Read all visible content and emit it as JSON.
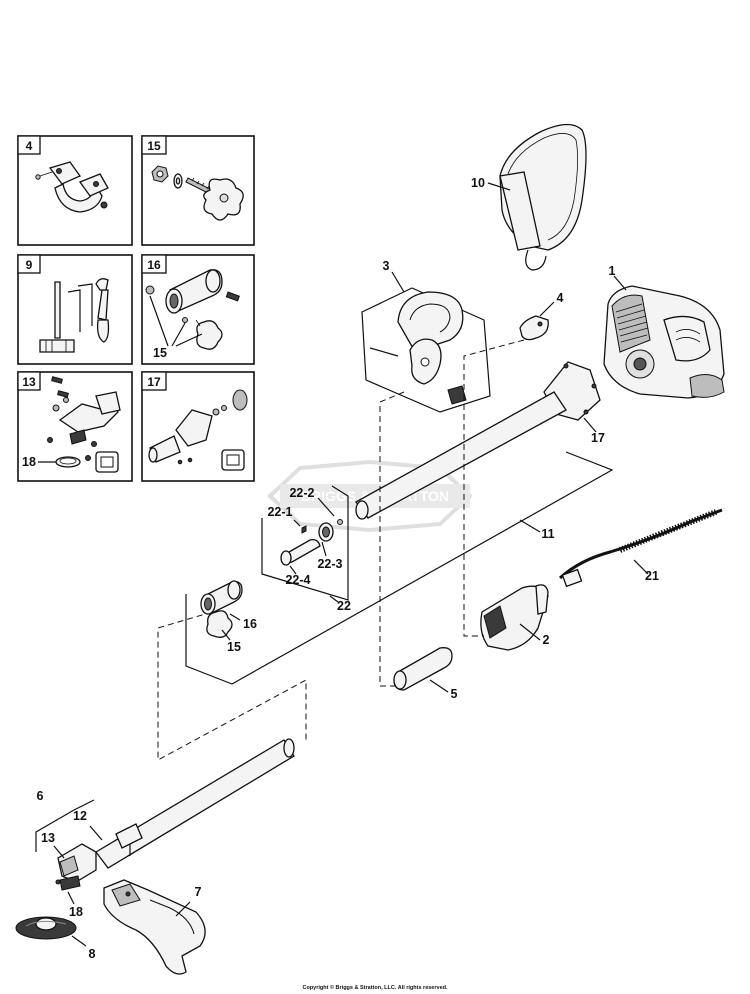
{
  "insets": [
    {
      "tag": "4"
    },
    {
      "tag": "15"
    },
    {
      "tag": "9"
    },
    {
      "tag": "16"
    },
    {
      "tag": "13"
    },
    {
      "tag": "17"
    }
  ],
  "inset_callouts": {
    "inset16_15": "15",
    "inset13_18": "18"
  },
  "callouts": {
    "c1": "1",
    "c2": "2",
    "c3": "3",
    "c4": "4",
    "c5": "5",
    "c6": "6",
    "c7": "7",
    "c8": "8",
    "c10": "10",
    "c11": "11",
    "c12": "12",
    "c13": "13",
    "c15": "15",
    "c16": "16",
    "c17": "17",
    "c18": "18",
    "c21": "21",
    "c22": "22",
    "c22_1": "22-1",
    "c22_2": "22-2",
    "c22_3": "22-3",
    "c22_4": "22-4"
  },
  "watermark": "BRIGGS & STRATTON",
  "copyright": "Copyright © Briggs & Stratton, LLC. All rights reserved."
}
